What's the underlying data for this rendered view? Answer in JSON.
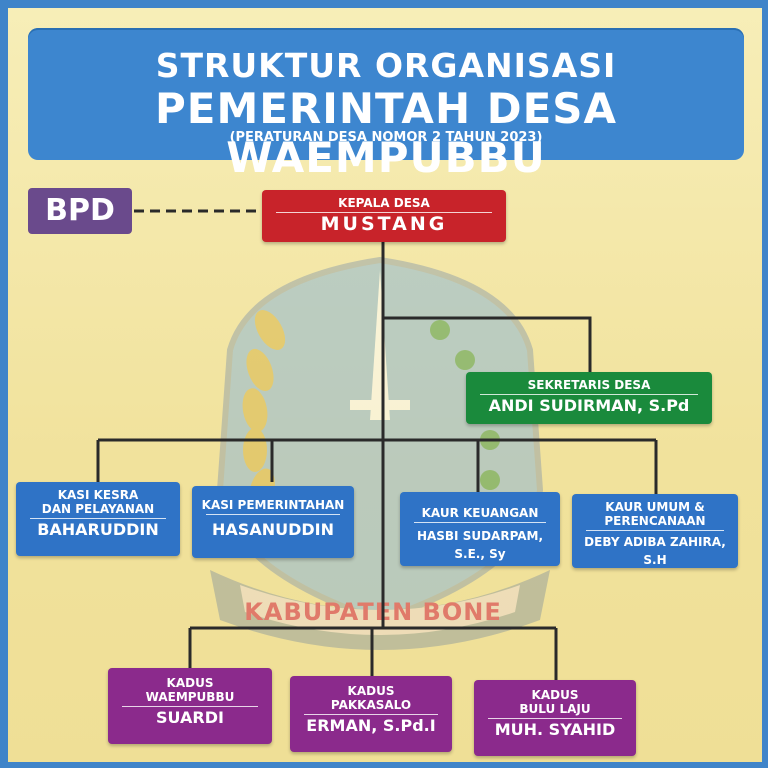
{
  "title": {
    "line1": "STRUKTUR ORGANISASI",
    "line2": "PEMERINTAH DESA WAEMPUBBU",
    "line3": "(PERATURAN DESA NOMOR 2 TAHUN 2023)"
  },
  "bpd": "BPD",
  "emblem_text": "KABUPATEN BONE",
  "kepala": {
    "role": "KEPALA DESA",
    "name": "MUSTANG"
  },
  "sekretaris": {
    "role": "SEKRETARIS DESA",
    "name": "ANDI SUDIRMAN, S.Pd"
  },
  "kasi": [
    {
      "role1": "KASI KESRA",
      "role2": "DAN PELAYANAN",
      "name": "BAHARUDDIN"
    },
    {
      "role1": "KASI PEMERINTAHAN",
      "role2": "",
      "name": "HASANUDDIN"
    }
  ],
  "kaur": [
    {
      "role1": "KAUR KEUANGAN",
      "role2": "",
      "name": "HASBI SUDARPAM, S.E., Sy"
    },
    {
      "role1": "KAUR UMUM &",
      "role2": "PERENCANAAN",
      "name": "DEBY ADIBA ZAHIRA, S.H"
    }
  ],
  "kadus": [
    {
      "role1": "KADUS",
      "role2": "WAEMPUBBU",
      "name": "SUARDI"
    },
    {
      "role1": "KADUS",
      "role2": "PAKKASALO",
      "name": "ERMAN, S.Pd.I"
    },
    {
      "role1": "KADUS",
      "role2": "BULU LAJU",
      "name": "MUH. SYAHID"
    }
  ]
}
